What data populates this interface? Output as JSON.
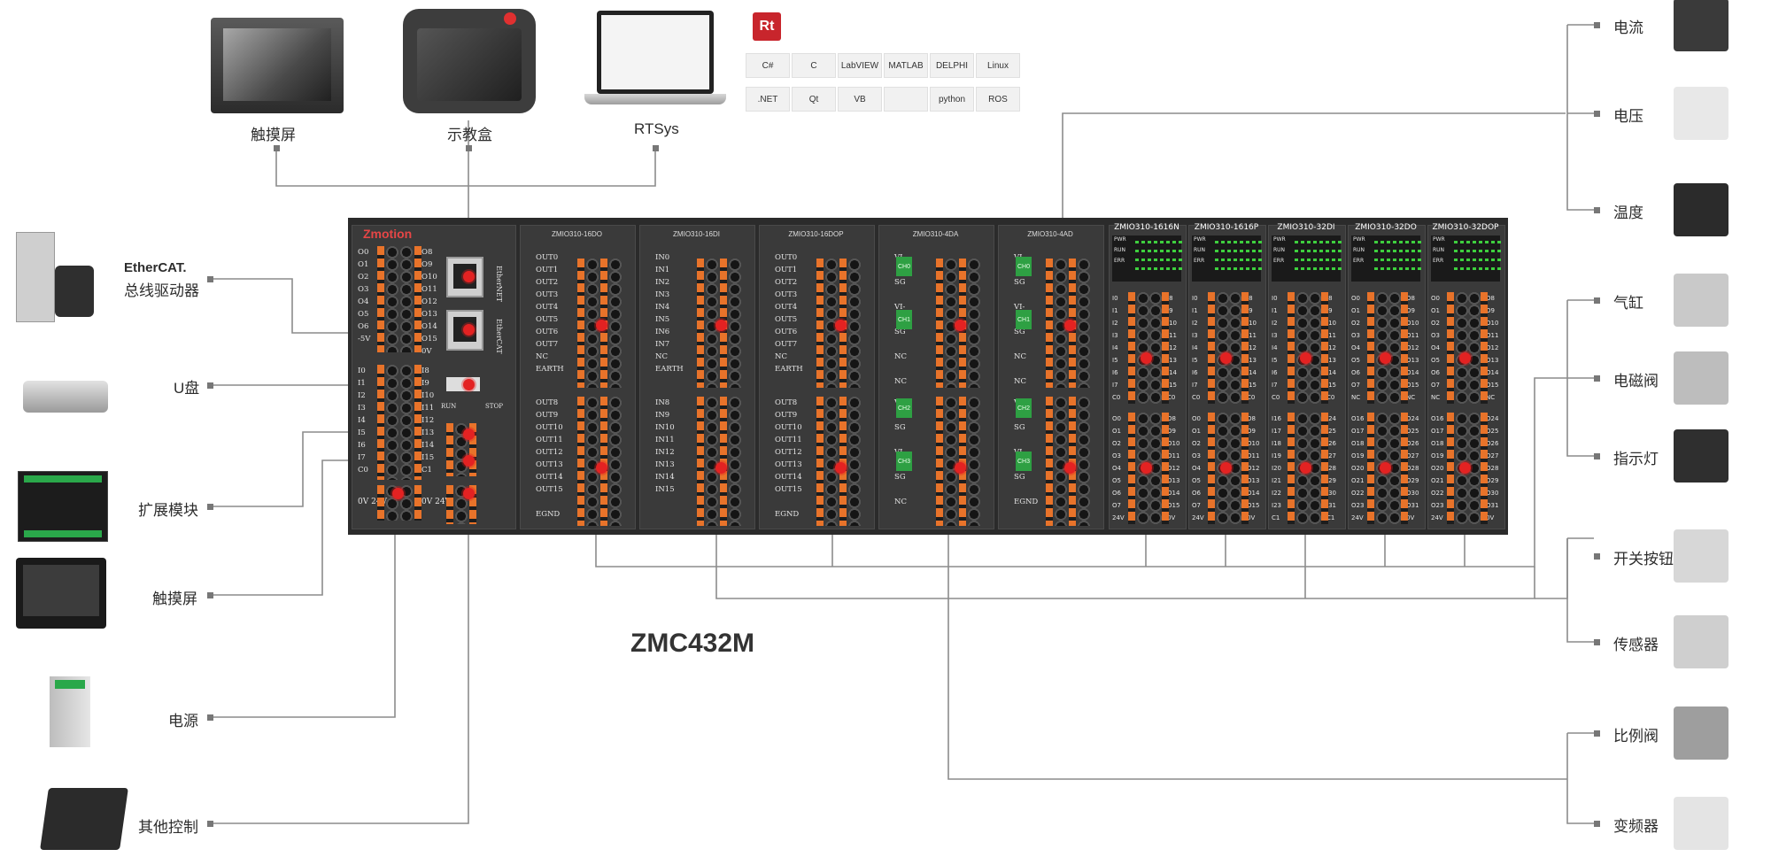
{
  "diagram": {
    "model": "ZMC432M",
    "top_labels": {
      "touchscreen": "触摸屏",
      "pendant": "示教盒",
      "rtsys": "RTSys"
    },
    "left_labels": {
      "ethercat_logo": "EtherCAT.",
      "ethercat_drive": "总线驱动器",
      "usb": "U盘",
      "expansion": "扩展模块",
      "touchscreen": "触摸屏",
      "power": "电源",
      "other_control": "其他控制"
    },
    "right_labels": {
      "current": "电流",
      "voltage": "电压",
      "temperature": "温度",
      "cylinder": "气缸",
      "solenoid_valve": "电磁阀",
      "indicator": "指示灯",
      "switch_button": "开关按钮",
      "sensor": "传感器",
      "proportional_valve": "比例阀",
      "inverter": "变频器"
    },
    "software_logos": [
      "C#",
      "C",
      "LabVIEW",
      "MATLAB",
      "DELPHI",
      "Linux",
      ".NET",
      "Qt",
      "VB",
      "",
      "python",
      "ROS"
    ],
    "rt_logo": "Rt",
    "controller": {
      "brand": "Zmotion",
      "left_outputs": [
        "O0",
        "O1",
        "O2",
        "O3",
        "O4",
        "O5",
        "O6",
        "-5V"
      ],
      "right_outputs": [
        "O8",
        "O9",
        "O10",
        "O11",
        "O12",
        "O13",
        "O14",
        "O15",
        "0V"
      ],
      "left_inputs": [
        "I0",
        "I1",
        "I2",
        "I3",
        "I4",
        "I5",
        "I6",
        "I7",
        "C0"
      ],
      "right_inputs": [
        "I8",
        "I9",
        "I10",
        "I11",
        "I12",
        "I13",
        "I14",
        "I15",
        "C1"
      ],
      "bottom_left": "0V 24V",
      "bottom_right": "0V 24V",
      "ethernet": "EtherNET",
      "ethercat": "EtherCAT",
      "run": "RUN",
      "stop": "STOP"
    },
    "modules": [
      {
        "title": "ZMIO310-16DO",
        "top": [
          "OUT0",
          "OUT1",
          "OUT2",
          "OUT3",
          "OUT4",
          "OUT5",
          "OUT6",
          "OUT7",
          "NC",
          "EARTH"
        ],
        "bottom": [
          "OUT8",
          "OUT9",
          "OUT10",
          "OUT11",
          "OUT12",
          "OUT13",
          "OUT14",
          "OUT15",
          "",
          "EGND"
        ]
      },
      {
        "title": "ZMIO310-16DI",
        "top": [
          "IN0",
          "IN1",
          "IN2",
          "IN3",
          "IN4",
          "IN5",
          "IN6",
          "IN7",
          "NC",
          "EARTH"
        ],
        "bottom": [
          "IN8",
          "IN9",
          "IN10",
          "IN11",
          "IN12",
          "IN13",
          "IN14",
          "IN15",
          "",
          ""
        ]
      },
      {
        "title": "ZMIO310-16DOP",
        "top": [
          "OUT0",
          "OUT1",
          "OUT2",
          "OUT3",
          "OUT4",
          "OUT5",
          "OUT6",
          "OUT7",
          "NC",
          "EARTH"
        ],
        "bottom": [
          "OUT8",
          "OUT9",
          "OUT10",
          "OUT11",
          "OUT12",
          "OUT13",
          "OUT14",
          "OUT15",
          "",
          "EGND"
        ]
      },
      {
        "title": "ZMIO310-4DA",
        "ch": [
          "CH0",
          "CH1",
          "CH2",
          "CH3"
        ],
        "top": [
          "VI-",
          "SG",
          "VI-",
          "SG",
          "NC",
          "NC"
        ],
        "bottom": [
          "VI-",
          "SG",
          "VI-",
          "SG",
          "NC"
        ]
      },
      {
        "title": "ZMIO310-4AD",
        "ch": [
          "CH0",
          "CH1",
          "CH2",
          "CH3"
        ],
        "top": [
          "VI-",
          "SG",
          "VI-",
          "SG",
          "NC",
          "NC"
        ],
        "bottom": [
          "VI-",
          "SG",
          "VI-",
          "SG",
          "EGND"
        ]
      }
    ],
    "io_modules": [
      {
        "title": "ZMIO310-1616N",
        "left_top": [
          "I0",
          "I1",
          "I2",
          "I3",
          "I4",
          "I5",
          "I6",
          "I7",
          "C0"
        ],
        "right_top": [
          "I8",
          "I9",
          "I10",
          "I11",
          "I12",
          "I13",
          "I14",
          "I15",
          "C0"
        ],
        "left_bot": [
          "O0",
          "O1",
          "O2",
          "O3",
          "O4",
          "O5",
          "O6",
          "O7",
          "24V"
        ],
        "right_bot": [
          "O8",
          "O9",
          "O10",
          "O11",
          "O12",
          "O13",
          "O14",
          "O15",
          "0V"
        ]
      },
      {
        "title": "ZMIO310-1616P",
        "left_top": [
          "I0",
          "I1",
          "I2",
          "I3",
          "I4",
          "I5",
          "I6",
          "I7",
          "C0"
        ],
        "right_top": [
          "I8",
          "I9",
          "I10",
          "I11",
          "I12",
          "I13",
          "I14",
          "I15",
          "C0"
        ],
        "left_bot": [
          "O0",
          "O1",
          "O2",
          "O3",
          "O4",
          "O5",
          "O6",
          "O7",
          "24V"
        ],
        "right_bot": [
          "O8",
          "O9",
          "O10",
          "O11",
          "O12",
          "O13",
          "O14",
          "O15",
          "0V"
        ]
      },
      {
        "title": "ZMIO310-32DI",
        "left_top": [
          "I0",
          "I1",
          "I2",
          "I3",
          "I4",
          "I5",
          "I6",
          "I7",
          "C0"
        ],
        "right_top": [
          "I8",
          "I9",
          "I10",
          "I11",
          "I12",
          "I13",
          "I14",
          "I15",
          "C0"
        ],
        "left_bot": [
          "I16",
          "I17",
          "I18",
          "I19",
          "I20",
          "I21",
          "I22",
          "I23",
          "C1"
        ],
        "right_bot": [
          "I24",
          "I25",
          "I26",
          "I27",
          "I28",
          "I29",
          "I30",
          "I31",
          "C1"
        ]
      },
      {
        "title": "ZMIO310-32DO",
        "left_top": [
          "O0",
          "O1",
          "O2",
          "O3",
          "O4",
          "O5",
          "O6",
          "O7",
          "NC"
        ],
        "right_top": [
          "O8",
          "O9",
          "O10",
          "O11",
          "O12",
          "O13",
          "O14",
          "O15",
          "NC"
        ],
        "left_bot": [
          "O16",
          "O17",
          "O18",
          "O19",
          "O20",
          "O21",
          "O22",
          "O23",
          "24V"
        ],
        "right_bot": [
          "O24",
          "O25",
          "O26",
          "O27",
          "O28",
          "O29",
          "O30",
          "O31",
          "0V"
        ]
      },
      {
        "title": "ZMIO310-32DOP",
        "left_top": [
          "O0",
          "O1",
          "O2",
          "O3",
          "O4",
          "O5",
          "O6",
          "O7",
          "NC"
        ],
        "right_top": [
          "O8",
          "O9",
          "O10",
          "O11",
          "O12",
          "O13",
          "O14",
          "O15",
          "NC"
        ],
        "left_bot": [
          "O16",
          "O17",
          "O18",
          "O19",
          "O20",
          "O21",
          "O22",
          "O23",
          "24V"
        ],
        "right_bot": [
          "O24",
          "O25",
          "O26",
          "O27",
          "O28",
          "O29",
          "O30",
          "O31",
          "0V"
        ]
      }
    ],
    "io_status": [
      "PWR",
      "RUN",
      "ERR"
    ],
    "colors": {
      "terminal": "#e8732a",
      "chassis": "#2b2b2b",
      "wire": "#8c8c8c",
      "signal_dot": "#e32222",
      "brand": "#e64646"
    }
  }
}
